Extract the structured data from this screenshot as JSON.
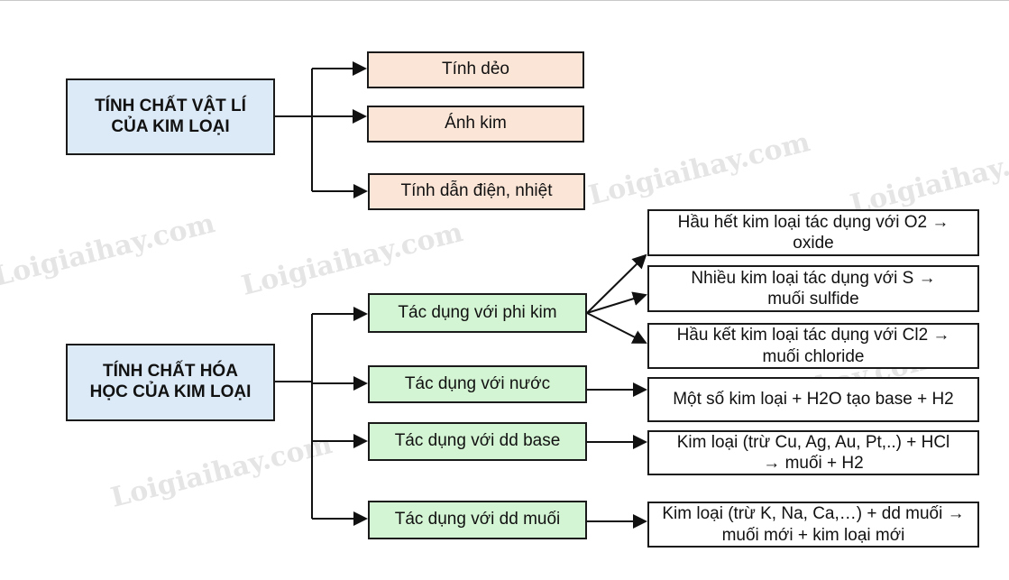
{
  "watermark": "Loigiaihay.com",
  "physical": {
    "title": "TÍNH CHẤT VẬT LÍ CỦA KIM LOẠI",
    "items": [
      "Tính dẻo",
      "Ánh kim",
      "Tính dẫn điện, nhiệt"
    ]
  },
  "chemical": {
    "title": "TÍNH CHẤT HÓA HỌC CỦA KIM LOẠI",
    "items": [
      "Tác dụng với phi kim",
      "Tác dụng với nước",
      "Tác dụng với dd base",
      "Tác dụng với dd muối"
    ],
    "details": [
      "Hầu hết kim loại tác dụng với O2 → oxide",
      "Nhiều kim loại tác dụng với S → muối sulfide",
      "Hầu kết kim loại tác dụng với Cl2 → muối chloride",
      "Một số kim loại + H2O tạo base + H2",
      "Kim loại (trừ Cu, Ag, Au, Pt,..) + HCl → muối + H2",
      "Kim loại (trừ K, Na, Ca,…) + dd muối → muối mới + kim loại mới"
    ]
  },
  "colors": {
    "root": "#dce9f6",
    "physical": "#fbe5d7",
    "chemical": "#d3f5d3"
  }
}
